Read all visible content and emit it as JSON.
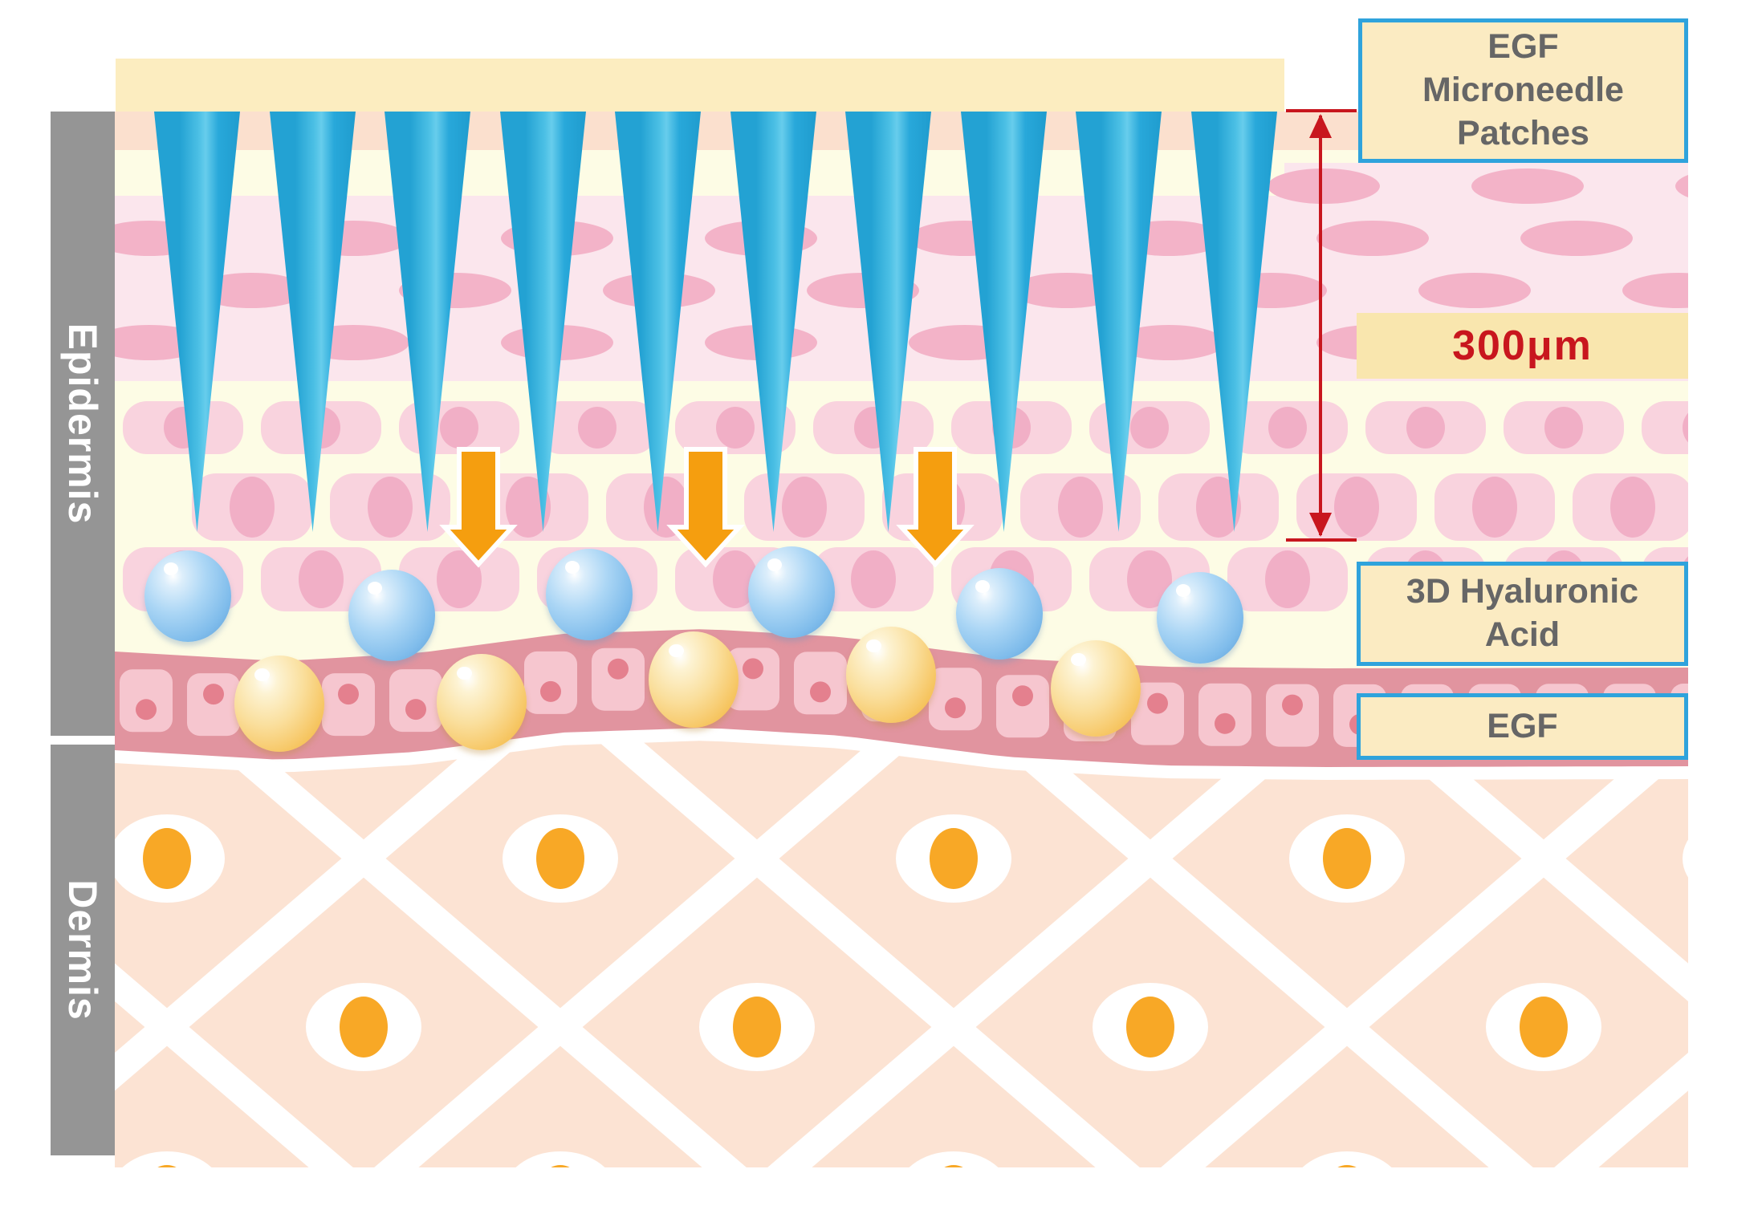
{
  "sidebar": {
    "epidermis_label": "Epidermis",
    "dermis_label": "Dermis",
    "bar_color": "#959595",
    "text_color": "#ffffff"
  },
  "labels": {
    "patch_box": {
      "lines": [
        "EGF",
        "Microneedle",
        "Patches"
      ],
      "text": "EGF Microneedle Patches"
    },
    "depth": {
      "text": "300μm",
      "color": "#C8161E",
      "band_color": "#F9E6AE"
    },
    "hyaluronic_box": {
      "lines": [
        "3D Hyaluronic",
        "Acid"
      ],
      "text": "3D Hyaluronic Acid"
    },
    "egf_box": {
      "text": "EGF"
    },
    "box_style": {
      "bg": "#FBEBC2",
      "border": "#2FA3DC",
      "text_color": "#666666"
    }
  },
  "diagram": {
    "needle_count": 10,
    "arrow_count": 3,
    "hyaluronic_sphere_count": 6,
    "egf_sphere_count": 5,
    "colors": {
      "needle_blue": "#29A7D8",
      "patch_bar": "#FCEDC0",
      "epidermis_pink_band": "#FBE6ED",
      "epidermis_cell": "#F9D3DE",
      "epidermis_cream": "#FDFCE5",
      "surface_peach": "#FBE0CE",
      "membrane_band": "#E1949F",
      "membrane_cell": "#F6C6CF",
      "dermis_peach": "#FCE3D3",
      "dermis_dot_orange": "#F8A826",
      "arrow_orange": "#F59E0F",
      "measure_red": "#C8161E",
      "hyaluronic_blue": "#7FBCEB",
      "egf_yellow": "#F6C35C"
    }
  }
}
